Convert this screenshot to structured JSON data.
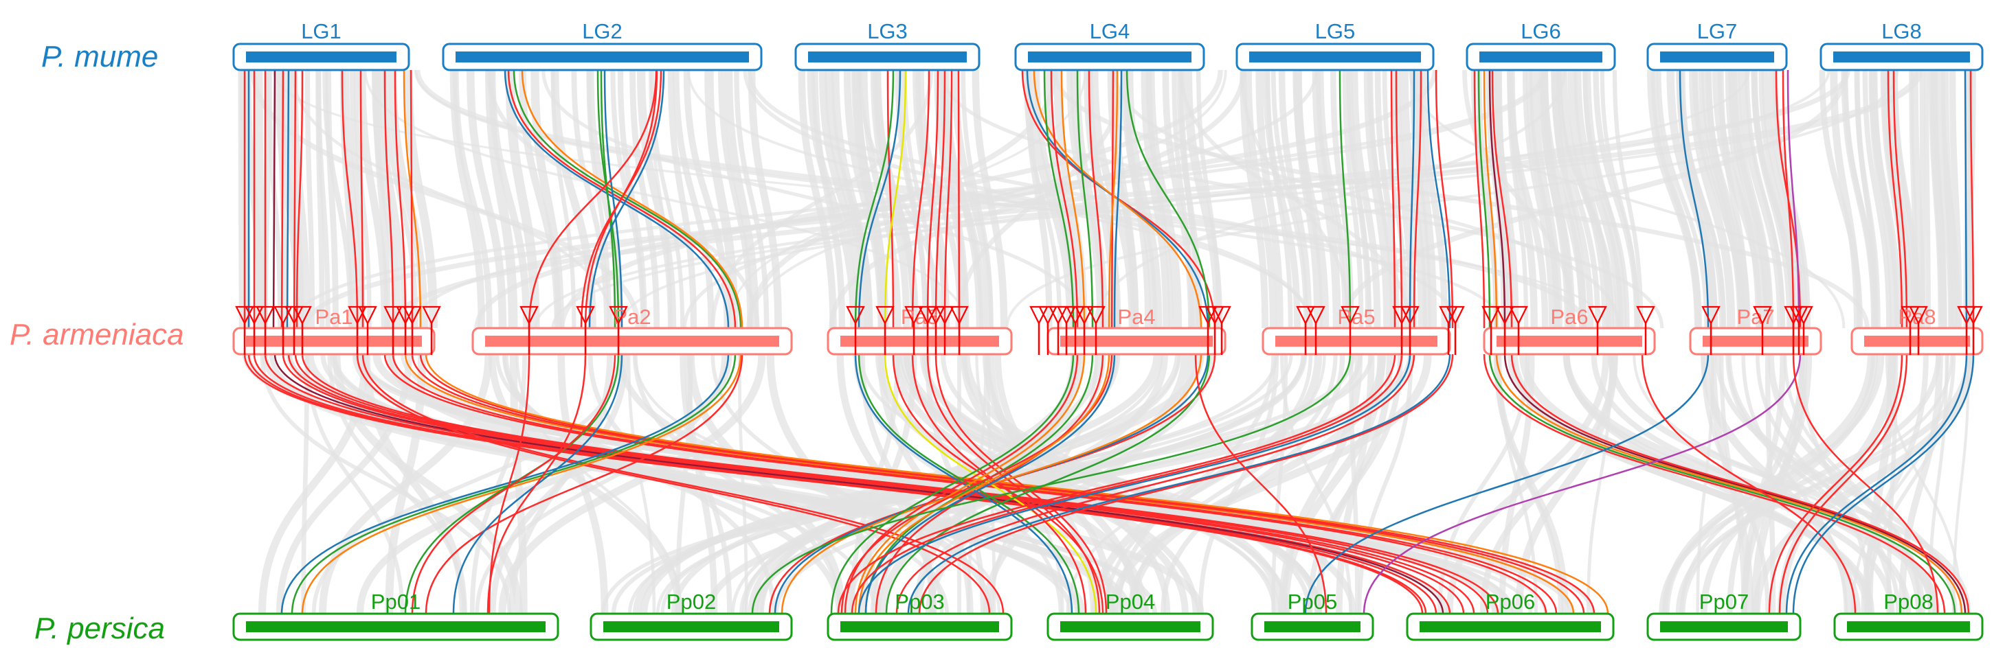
{
  "species": [
    {
      "name": "P. mume",
      "color": "#1a7fc4"
    },
    {
      "name": "P. armeniaca",
      "color": "#ff7b73"
    },
    {
      "name": "P. persica",
      "color": "#12a012"
    }
  ],
  "tracks": {
    "mume": {
      "color": "#1a7fc4",
      "chromosomes": [
        "LG1",
        "LG2",
        "LG3",
        "LG4",
        "LG5",
        "LG6",
        "LG7",
        "LG8"
      ]
    },
    "armeniaca": {
      "color": "#ff7b73",
      "chromosomes": [
        "Pa1",
        "Pa2",
        "Pa3",
        "Pa4",
        "Pa5",
        "Pa6",
        "Pa7",
        "Pa8"
      ]
    },
    "persica": {
      "color": "#12a012",
      "chromosomes": [
        "Pp01",
        "Pp02",
        "Pp03",
        "Pp04",
        "Pp05",
        "Pp06",
        "Pp07",
        "Pp08"
      ]
    }
  },
  "colors": {
    "background_links": "#e3e3e3",
    "highlight_links": [
      "#ff2a2a",
      "#1f77b4",
      "#2ca02c",
      "#ff7f0e",
      "#8b1a3a",
      "#b03fb0",
      "#e6e600"
    ],
    "markers": "#ff0000"
  }
}
